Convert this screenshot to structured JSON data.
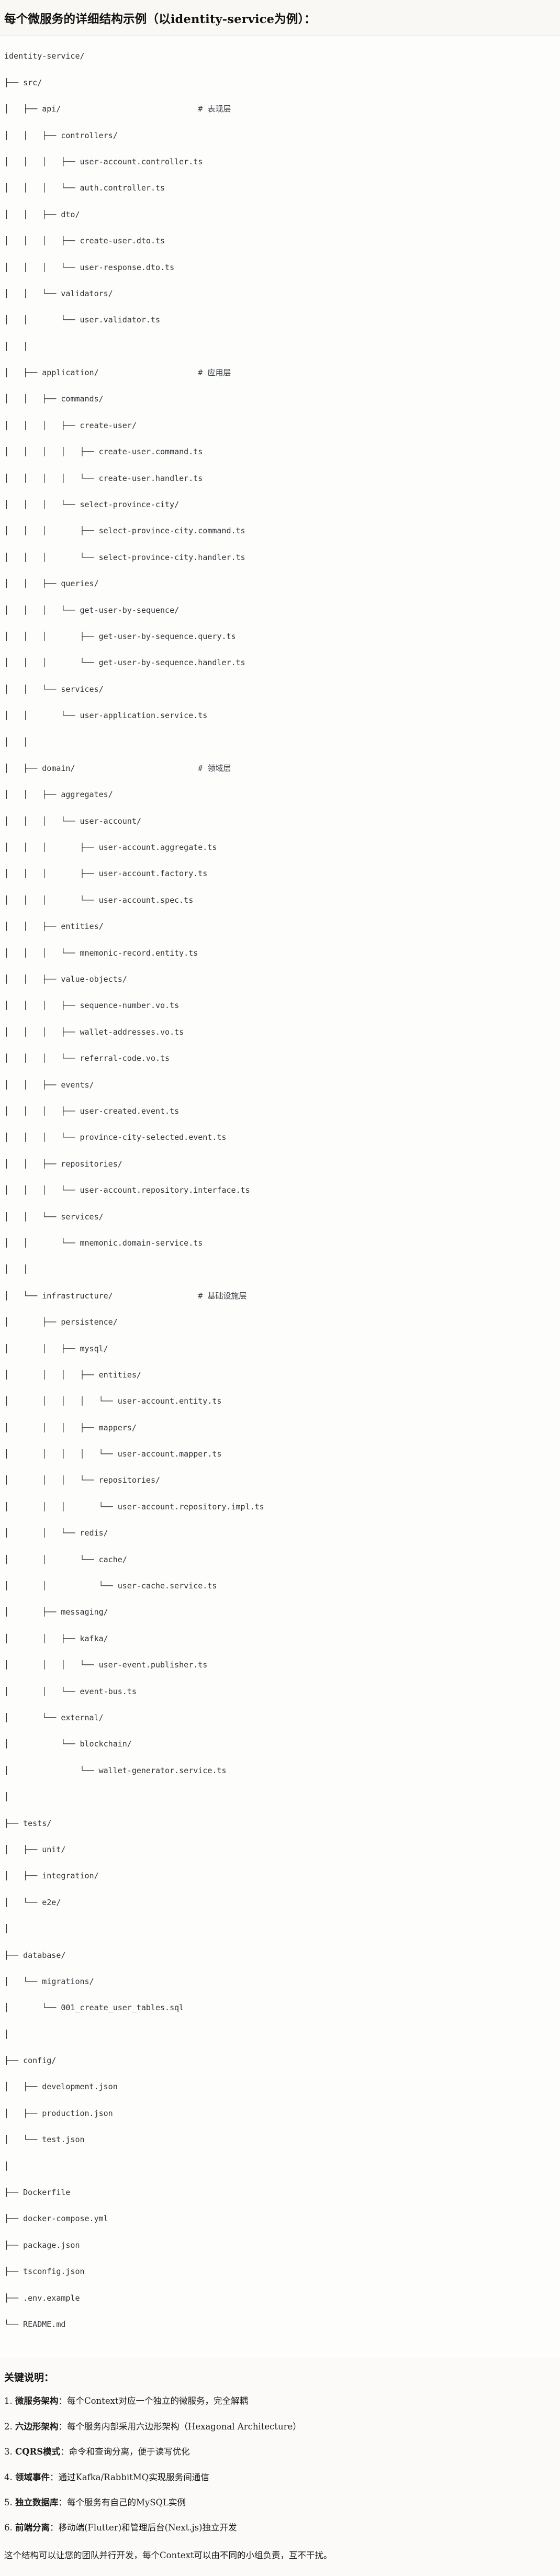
{
  "header": {
    "title": "每个微服务的详细结构示例（以identity-service为例）："
  },
  "tree": {
    "root_label": "identity-service/",
    "lines": [
      {
        "text": "identity-service/",
        "comment": ""
      },
      {
        "text": "├── src/",
        "comment": ""
      },
      {
        "text": "│   ├── api/",
        "comment": "# 表现层"
      },
      {
        "text": "│   │   ├── controllers/",
        "comment": ""
      },
      {
        "text": "│   │   │   ├── user-account.controller.ts",
        "comment": ""
      },
      {
        "text": "│   │   │   └── auth.controller.ts",
        "comment": ""
      },
      {
        "text": "│   │   ├── dto/",
        "comment": ""
      },
      {
        "text": "│   │   │   ├── create-user.dto.ts",
        "comment": ""
      },
      {
        "text": "│   │   │   └── user-response.dto.ts",
        "comment": ""
      },
      {
        "text": "│   │   └── validators/",
        "comment": ""
      },
      {
        "text": "│   │       └── user.validator.ts",
        "comment": ""
      },
      {
        "text": "│   │",
        "comment": ""
      },
      {
        "text": "│   ├── application/",
        "comment": "# 应用层"
      },
      {
        "text": "│   │   ├── commands/",
        "comment": ""
      },
      {
        "text": "│   │   │   ├── create-user/",
        "comment": ""
      },
      {
        "text": "│   │   │   │   ├── create-user.command.ts",
        "comment": ""
      },
      {
        "text": "│   │   │   │   └── create-user.handler.ts",
        "comment": ""
      },
      {
        "text": "│   │   │   └── select-province-city/",
        "comment": ""
      },
      {
        "text": "│   │   │       ├── select-province-city.command.ts",
        "comment": ""
      },
      {
        "text": "│   │   │       └── select-province-city.handler.ts",
        "comment": ""
      },
      {
        "text": "│   │   ├── queries/",
        "comment": ""
      },
      {
        "text": "│   │   │   └── get-user-by-sequence/",
        "comment": ""
      },
      {
        "text": "│   │   │       ├── get-user-by-sequence.query.ts",
        "comment": ""
      },
      {
        "text": "│   │   │       └── get-user-by-sequence.handler.ts",
        "comment": ""
      },
      {
        "text": "│   │   └── services/",
        "comment": ""
      },
      {
        "text": "│   │       └── user-application.service.ts",
        "comment": ""
      },
      {
        "text": "│   │",
        "comment": ""
      },
      {
        "text": "│   ├── domain/",
        "comment": "# 领域层"
      },
      {
        "text": "│   │   ├── aggregates/",
        "comment": ""
      },
      {
        "text": "│   │   │   └── user-account/",
        "comment": ""
      },
      {
        "text": "│   │   │       ├── user-account.aggregate.ts",
        "comment": ""
      },
      {
        "text": "│   │   │       ├── user-account.factory.ts",
        "comment": ""
      },
      {
        "text": "│   │   │       └── user-account.spec.ts",
        "comment": ""
      },
      {
        "text": "│   │   ├── entities/",
        "comment": ""
      },
      {
        "text": "│   │   │   └── mnemonic-record.entity.ts",
        "comment": ""
      },
      {
        "text": "│   │   ├── value-objects/",
        "comment": ""
      },
      {
        "text": "│   │   │   ├── sequence-number.vo.ts",
        "comment": ""
      },
      {
        "text": "│   │   │   ├── wallet-addresses.vo.ts",
        "comment": ""
      },
      {
        "text": "│   │   │   └── referral-code.vo.ts",
        "comment": ""
      },
      {
        "text": "│   │   ├── events/",
        "comment": ""
      },
      {
        "text": "│   │   │   ├── user-created.event.ts",
        "comment": ""
      },
      {
        "text": "│   │   │   └── province-city-selected.event.ts",
        "comment": ""
      },
      {
        "text": "│   │   ├── repositories/",
        "comment": ""
      },
      {
        "text": "│   │   │   └── user-account.repository.interface.ts",
        "comment": ""
      },
      {
        "text": "│   │   └── services/",
        "comment": ""
      },
      {
        "text": "│   │       └── mnemonic.domain-service.ts",
        "comment": ""
      },
      {
        "text": "│   │",
        "comment": ""
      },
      {
        "text": "│   └── infrastructure/",
        "comment": "# 基础设施层"
      },
      {
        "text": "│       ├── persistence/",
        "comment": ""
      },
      {
        "text": "│       │   ├── mysql/",
        "comment": ""
      },
      {
        "text": "│       │   │   ├── entities/",
        "comment": ""
      },
      {
        "text": "│       │   │   │   └── user-account.entity.ts",
        "comment": ""
      },
      {
        "text": "│       │   │   ├── mappers/",
        "comment": ""
      },
      {
        "text": "│       │   │   │   └── user-account.mapper.ts",
        "comment": ""
      },
      {
        "text": "│       │   │   └── repositories/",
        "comment": ""
      },
      {
        "text": "│       │   │       └── user-account.repository.impl.ts",
        "comment": ""
      },
      {
        "text": "│       │   └── redis/",
        "comment": ""
      },
      {
        "text": "│       │       └── cache/",
        "comment": ""
      },
      {
        "text": "│       │           └── user-cache.service.ts",
        "comment": ""
      },
      {
        "text": "│       ├── messaging/",
        "comment": ""
      },
      {
        "text": "│       │   ├── kafka/",
        "comment": ""
      },
      {
        "text": "│       │   │   └── user-event.publisher.ts",
        "comment": ""
      },
      {
        "text": "│       │   └── event-bus.ts",
        "comment": ""
      },
      {
        "text": "│       └── external/",
        "comment": ""
      },
      {
        "text": "│           └── blockchain/",
        "comment": ""
      },
      {
        "text": "│               └── wallet-generator.service.ts",
        "comment": ""
      },
      {
        "text": "│",
        "comment": ""
      },
      {
        "text": "├── tests/",
        "comment": ""
      },
      {
        "text": "│   ├── unit/",
        "comment": ""
      },
      {
        "text": "│   ├── integration/",
        "comment": ""
      },
      {
        "text": "│   └── e2e/",
        "comment": ""
      },
      {
        "text": "│",
        "comment": ""
      },
      {
        "text": "├── database/",
        "comment": ""
      },
      {
        "text": "│   └── migrations/",
        "comment": ""
      },
      {
        "text": "│       └── 001_create_user_tables.sql",
        "comment": ""
      },
      {
        "text": "│",
        "comment": ""
      },
      {
        "text": "├── config/",
        "comment": ""
      },
      {
        "text": "│   ├── development.json",
        "comment": ""
      },
      {
        "text": "│   ├── production.json",
        "comment": ""
      },
      {
        "text": "│   └── test.json",
        "comment": ""
      },
      {
        "text": "│",
        "comment": ""
      },
      {
        "text": "├── Dockerfile",
        "comment": ""
      },
      {
        "text": "├── docker-compose.yml",
        "comment": ""
      },
      {
        "text": "├── package.json",
        "comment": ""
      },
      {
        "text": "├── tsconfig.json",
        "comment": ""
      },
      {
        "text": "├── .env.example",
        "comment": ""
      },
      {
        "text": "└── README.md",
        "comment": ""
      }
    ]
  },
  "notes": {
    "title": "关键说明：",
    "items": [
      {
        "index": "1.",
        "term": "微服务架构",
        "sep": "：",
        "desc": "每个Context对应一个独立的微服务，完全解耦"
      },
      {
        "index": "2.",
        "term": "六边形架构",
        "sep": "：",
        "desc": "每个服务内部采用六边形架构（Hexagonal Architecture）"
      },
      {
        "index": "3.",
        "term": "CQRS模式",
        "sep": "：",
        "desc": "命令和查询分离，便于读写优化"
      },
      {
        "index": "4.",
        "term": "领域事件",
        "sep": "：",
        "desc": "通过Kafka/RabbitMQ实现服务间通信"
      },
      {
        "index": "5.",
        "term": "独立数据库",
        "sep": "：",
        "desc": "每个服务有自己的MySQL实例"
      },
      {
        "index": "6.",
        "term": "前端分离",
        "sep": "：",
        "desc": "移动端(Flutter)和管理后台(Next.js)独立开发"
      }
    ],
    "closing": "这个结构可以让您的团队并行开发，每个Context可以由不同的小组负责，互不干扰。"
  },
  "colors": {
    "page_bg": "#fbfaf8",
    "code_bg": "#fdfdfc",
    "text": "#1a1a1a",
    "code_text": "#2f3337",
    "divider": "#e3e1dd"
  }
}
